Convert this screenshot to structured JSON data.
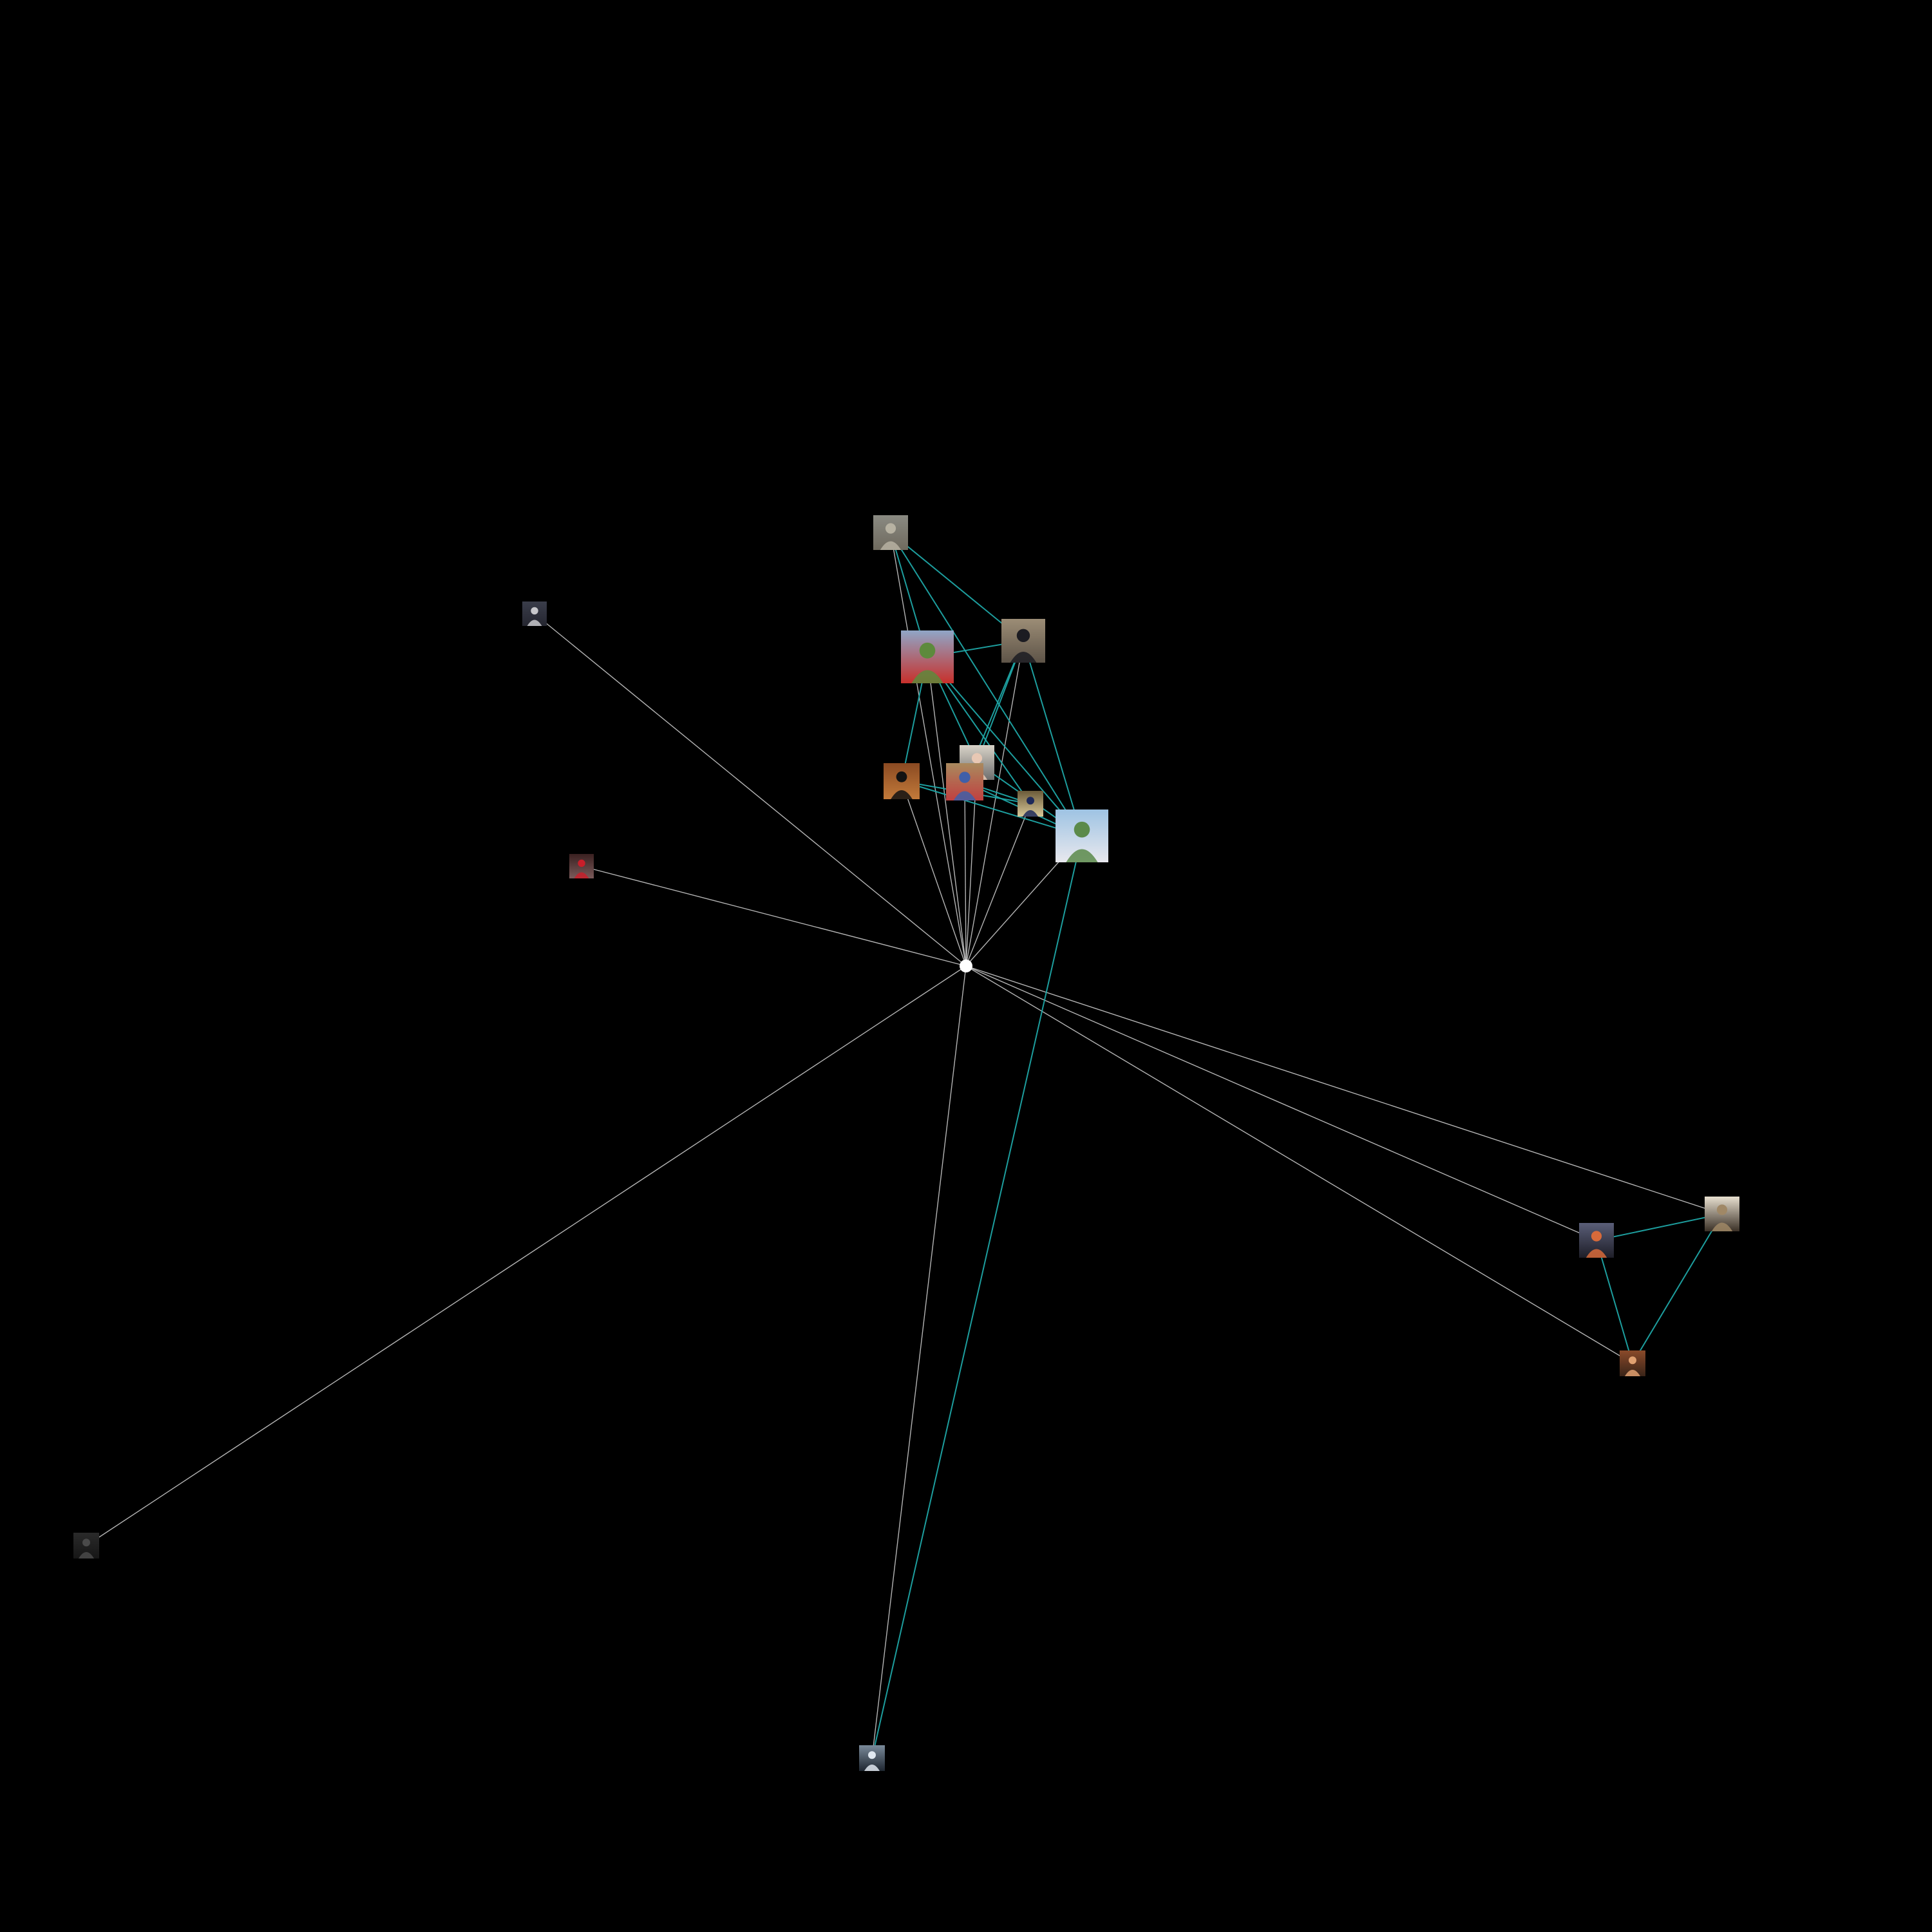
{
  "graph": {
    "type": "ego-network",
    "background": "#000000",
    "colors": {
      "ego_edge": "#c8c8c8",
      "friend_edge": "#1fa6a6",
      "center_node": "#ffffff"
    },
    "center": {
      "id": "me"
    },
    "nodes": [
      {
        "id": "n1",
        "palette": [
          "#8a8a82",
          "#b7b2a2",
          "#6f6a5e"
        ]
      },
      {
        "id": "n2",
        "palette": [
          "#3a3d4a",
          "#c8c8cc",
          "#252630"
        ]
      },
      {
        "id": "n3",
        "palette": [
          "#8fa6c7",
          "#5d8a3c",
          "#c8302b"
        ]
      },
      {
        "id": "n4",
        "palette": [
          "#9c8d76",
          "#1c1c22",
          "#5e5448"
        ]
      },
      {
        "id": "n5",
        "palette": [
          "#d9d3c8",
          "#e8c8b4",
          "#6e6e6e"
        ]
      },
      {
        "id": "n6",
        "palette": [
          "#8a4a22",
          "#121212",
          "#c27a3a"
        ]
      },
      {
        "id": "n7",
        "palette": [
          "#a98a5e",
          "#3f5fa8",
          "#c04040"
        ]
      },
      {
        "id": "n8",
        "palette": [
          "#6b5b3a",
          "#1e2a5a",
          "#d8c898"
        ]
      },
      {
        "id": "n9",
        "palette": [
          "#9ec3e3",
          "#5b8a4a",
          "#e8e8ee"
        ]
      },
      {
        "id": "n10",
        "palette": [
          "#3a2020",
          "#c81e2a",
          "#7a5a5a"
        ]
      },
      {
        "id": "n11",
        "palette": [
          "#5a5e78",
          "#d86a3a",
          "#1e1e28"
        ]
      },
      {
        "id": "n12",
        "palette": [
          "#e8e0d0",
          "#a08866",
          "#3a3026"
        ]
      },
      {
        "id": "n13",
        "palette": [
          "#8a4a2a",
          "#e0a070",
          "#3a2418"
        ]
      },
      {
        "id": "n14",
        "palette": [
          "#2a2a2a",
          "#4a4a4a",
          "#161616"
        ]
      },
      {
        "id": "n15",
        "palette": [
          "#7a8a9a",
          "#e0e8f0",
          "#1e2630"
        ]
      }
    ],
    "friend_links": [
      [
        "n1",
        "n4"
      ],
      [
        "n1",
        "n3"
      ],
      [
        "n1",
        "n9"
      ],
      [
        "n3",
        "n4"
      ],
      [
        "n3",
        "n6"
      ],
      [
        "n3",
        "n5"
      ],
      [
        "n3",
        "n9"
      ],
      [
        "n3",
        "n8"
      ],
      [
        "n4",
        "n5"
      ],
      [
        "n4",
        "n7"
      ],
      [
        "n4",
        "n9"
      ],
      [
        "n6",
        "n8"
      ],
      [
        "n6",
        "n9"
      ],
      [
        "n7",
        "n8"
      ],
      [
        "n7",
        "n9"
      ],
      [
        "n5",
        "n9"
      ],
      [
        "n9",
        "n15"
      ],
      [
        "n11",
        "n12"
      ],
      [
        "n11",
        "n13"
      ],
      [
        "n12",
        "n13"
      ]
    ]
  }
}
